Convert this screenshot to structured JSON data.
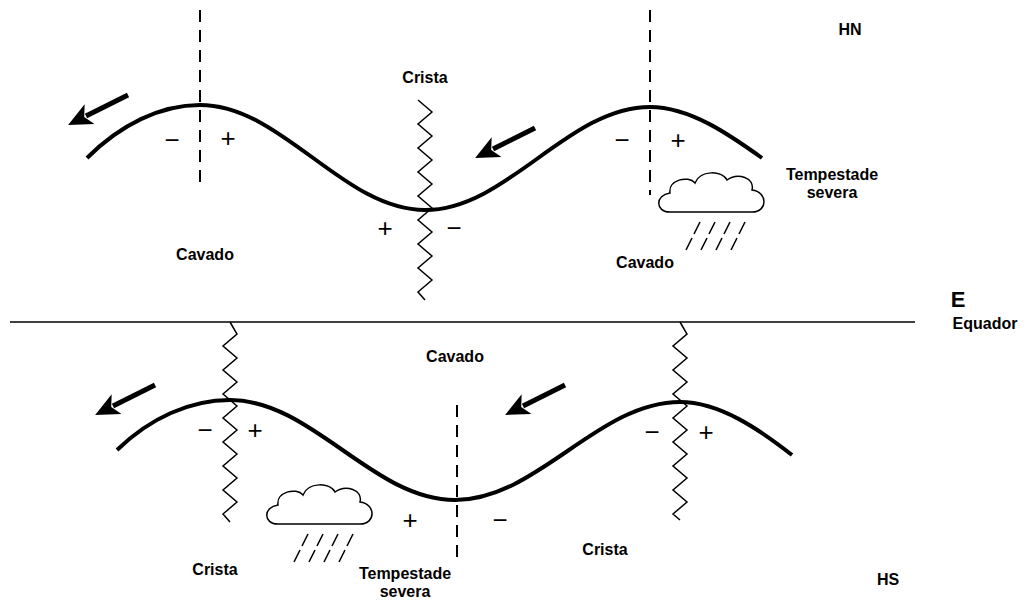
{
  "diagram": {
    "labels": [
      "HN",
      "Crista",
      "−",
      "+",
      "−",
      "+",
      "Tempestade severa",
      "+",
      "−",
      "Cavado",
      "Cavado",
      "E",
      "Equador",
      "Cavado",
      "−",
      "+",
      "+",
      "−",
      "−",
      "+",
      "Crista",
      "Crista",
      "HS",
      "Tempestade severa"
    ]
  }
}
